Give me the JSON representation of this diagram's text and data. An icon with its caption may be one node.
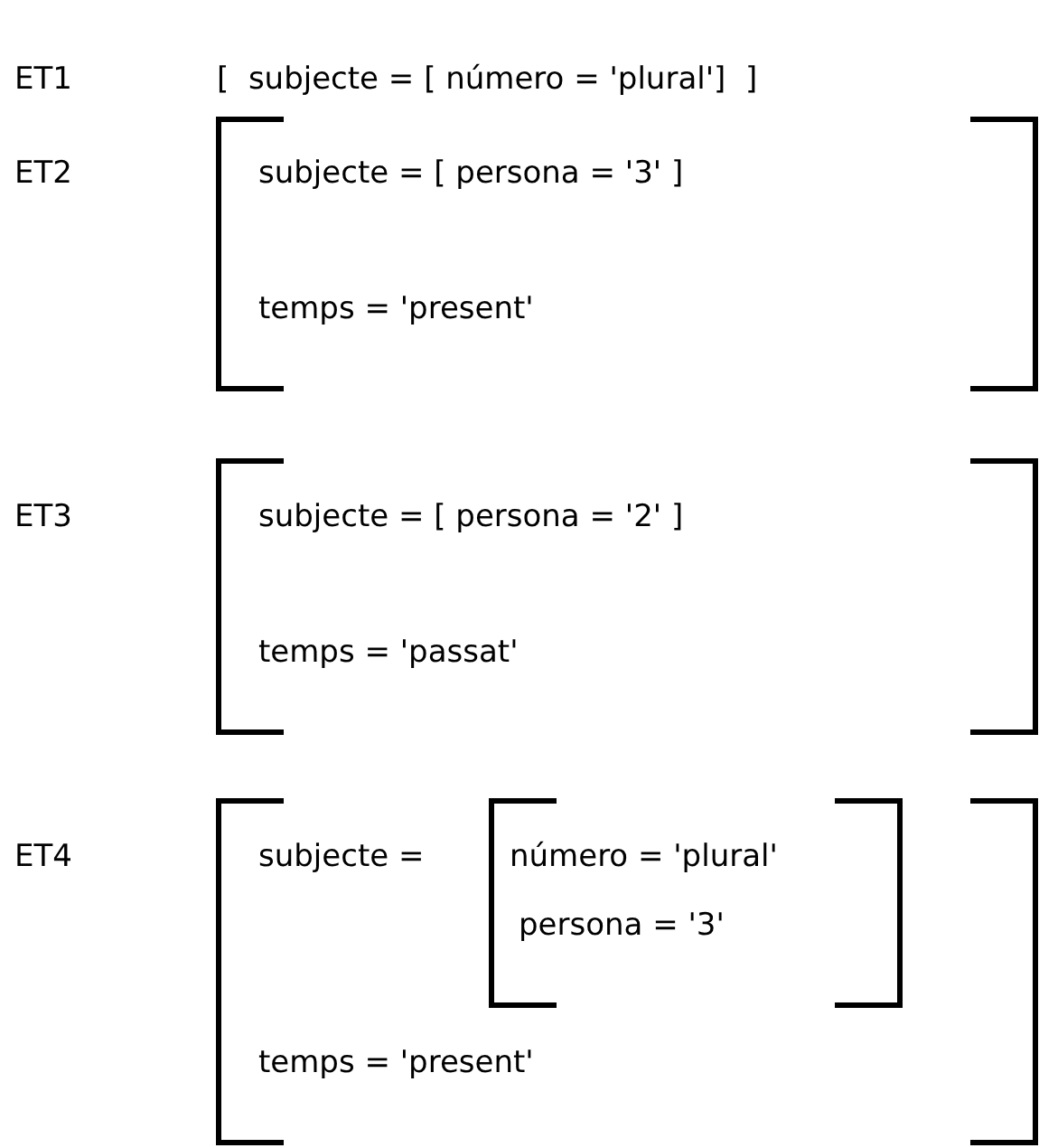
{
  "diagram": {
    "labels": [
      "ET1",
      "[  subjecte = [ número = 'plural']  ]",
      "ET2",
      "subjecte = [ persona = '3' ]",
      "temps = 'present'",
      "ET3",
      "subjecte = [ persona = '2' ]",
      "temps = 'passat'",
      "ET4",
      "subjecte =",
      "número = 'plural'",
      "persona = '3'",
      "temps = 'present'"
    ]
  }
}
